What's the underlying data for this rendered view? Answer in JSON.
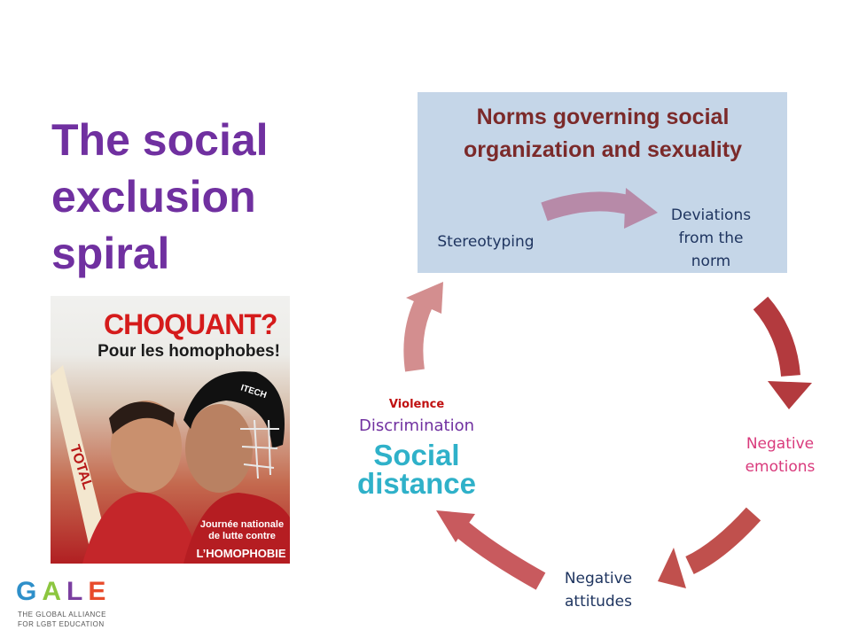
{
  "slide": {
    "title_lines": [
      "The social",
      "exclusion",
      "spiral"
    ]
  },
  "diagram": {
    "norms_title_lines": [
      "Norms governing social",
      "organization and sexuality"
    ],
    "nodes": {
      "stereotyping": "Stereotyping",
      "deviations_lines": [
        "Deviations",
        "from the",
        "norm"
      ],
      "negative_emotions_lines": [
        "Negative",
        "emotions"
      ],
      "negative_attitudes_lines": [
        "Negative",
        "attitudes"
      ],
      "violence": "Violence",
      "discrimination": "Discrimination",
      "social_distance_lines": [
        "Social",
        "distance"
      ]
    },
    "colors": {
      "box_bg": "#c5d6e8",
      "arrow_top": "#b78aa8",
      "arrow_right": "#b33a3e",
      "arrow_bottom_right": "#c0504d",
      "arrow_bottom_left": "#c85a5e",
      "arrow_left": "#d38e8f"
    }
  },
  "poster": {
    "headline": "CHOQUANT?",
    "subheadline": "Pour les homophobes!",
    "footer_lines": [
      "Journée nationale",
      "de lutte contre"
    ],
    "footer_big": "L’HOMOPHOBIE",
    "helmet_text": "ITECH",
    "stick_text": "TOTAL"
  },
  "logo": {
    "letters": [
      "G",
      "A",
      "L",
      "E"
    ],
    "letter_colors": [
      "#2e8fc9",
      "#8cc63f",
      "#7b3fa0",
      "#e84b2b"
    ],
    "tagline_lines": [
      "THE GLOBAL ALLIANCE",
      "FOR LGBT EDUCATION"
    ]
  }
}
